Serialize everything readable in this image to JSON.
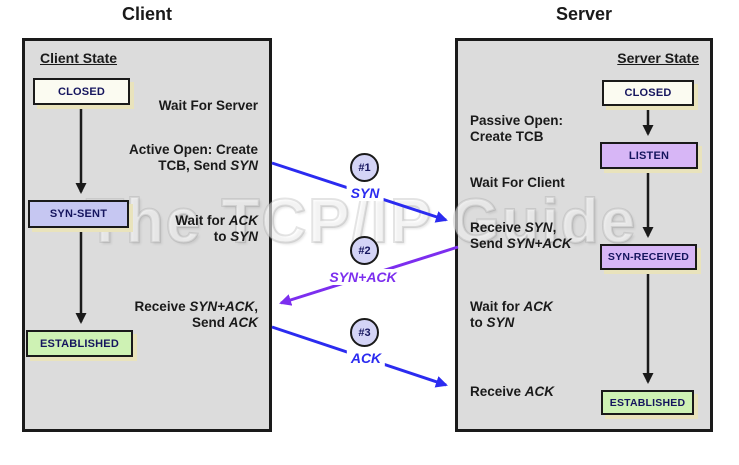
{
  "diagram": {
    "watermark": "The TCP/IP Guide",
    "client": {
      "title": "Client",
      "state_heading": "Client State",
      "states": [
        {
          "label": "CLOSED",
          "fill": "#fbfbf1"
        },
        {
          "label": "SYN-SENT",
          "fill": "#c6c7f2"
        },
        {
          "label": "ESTABLISHED",
          "fill": "#cef2b4"
        }
      ],
      "annotations": [
        "Wait For Server",
        "Active Open: Create\nTCB, Send SYN",
        "Wait for ACK\nto SYN",
        "Receive SYN+ACK,\nSend ACK"
      ]
    },
    "server": {
      "title": "Server",
      "state_heading": "Server State",
      "states": [
        {
          "label": "CLOSED",
          "fill": "#fbfbf1"
        },
        {
          "label": "LISTEN",
          "fill": "#d7b6f6"
        },
        {
          "label": "SYN-RECEIVED",
          "fill": "#d7b6f6"
        },
        {
          "label": "ESTABLISHED",
          "fill": "#cef2b4"
        }
      ],
      "annotations": [
        "Passive Open:\nCreate TCB",
        "Wait For Client",
        "Receive SYN,\nSend SYN+ACK",
        "Wait for ACK\nto SYN",
        "Receive ACK"
      ]
    },
    "messages": [
      {
        "number": "#1",
        "label": "SYN",
        "color": "#2b2bf0",
        "from": "client",
        "to": "server"
      },
      {
        "number": "#2",
        "label": "SYN+ACK",
        "color": "#7c2eef",
        "from": "server",
        "to": "client"
      },
      {
        "number": "#3",
        "label": "ACK",
        "color": "#2b2bf0",
        "from": "client",
        "to": "server"
      }
    ],
    "colors": {
      "panel_fill": "#dcdcdc",
      "panel_border": "#1a1a1a",
      "state_shadow": "#e9e3bc",
      "circle_fill": "#d4d4f6",
      "flow_arrow": "#1a1a1a",
      "blue": "#2b2bf0",
      "purple": "#7c2eef"
    }
  }
}
